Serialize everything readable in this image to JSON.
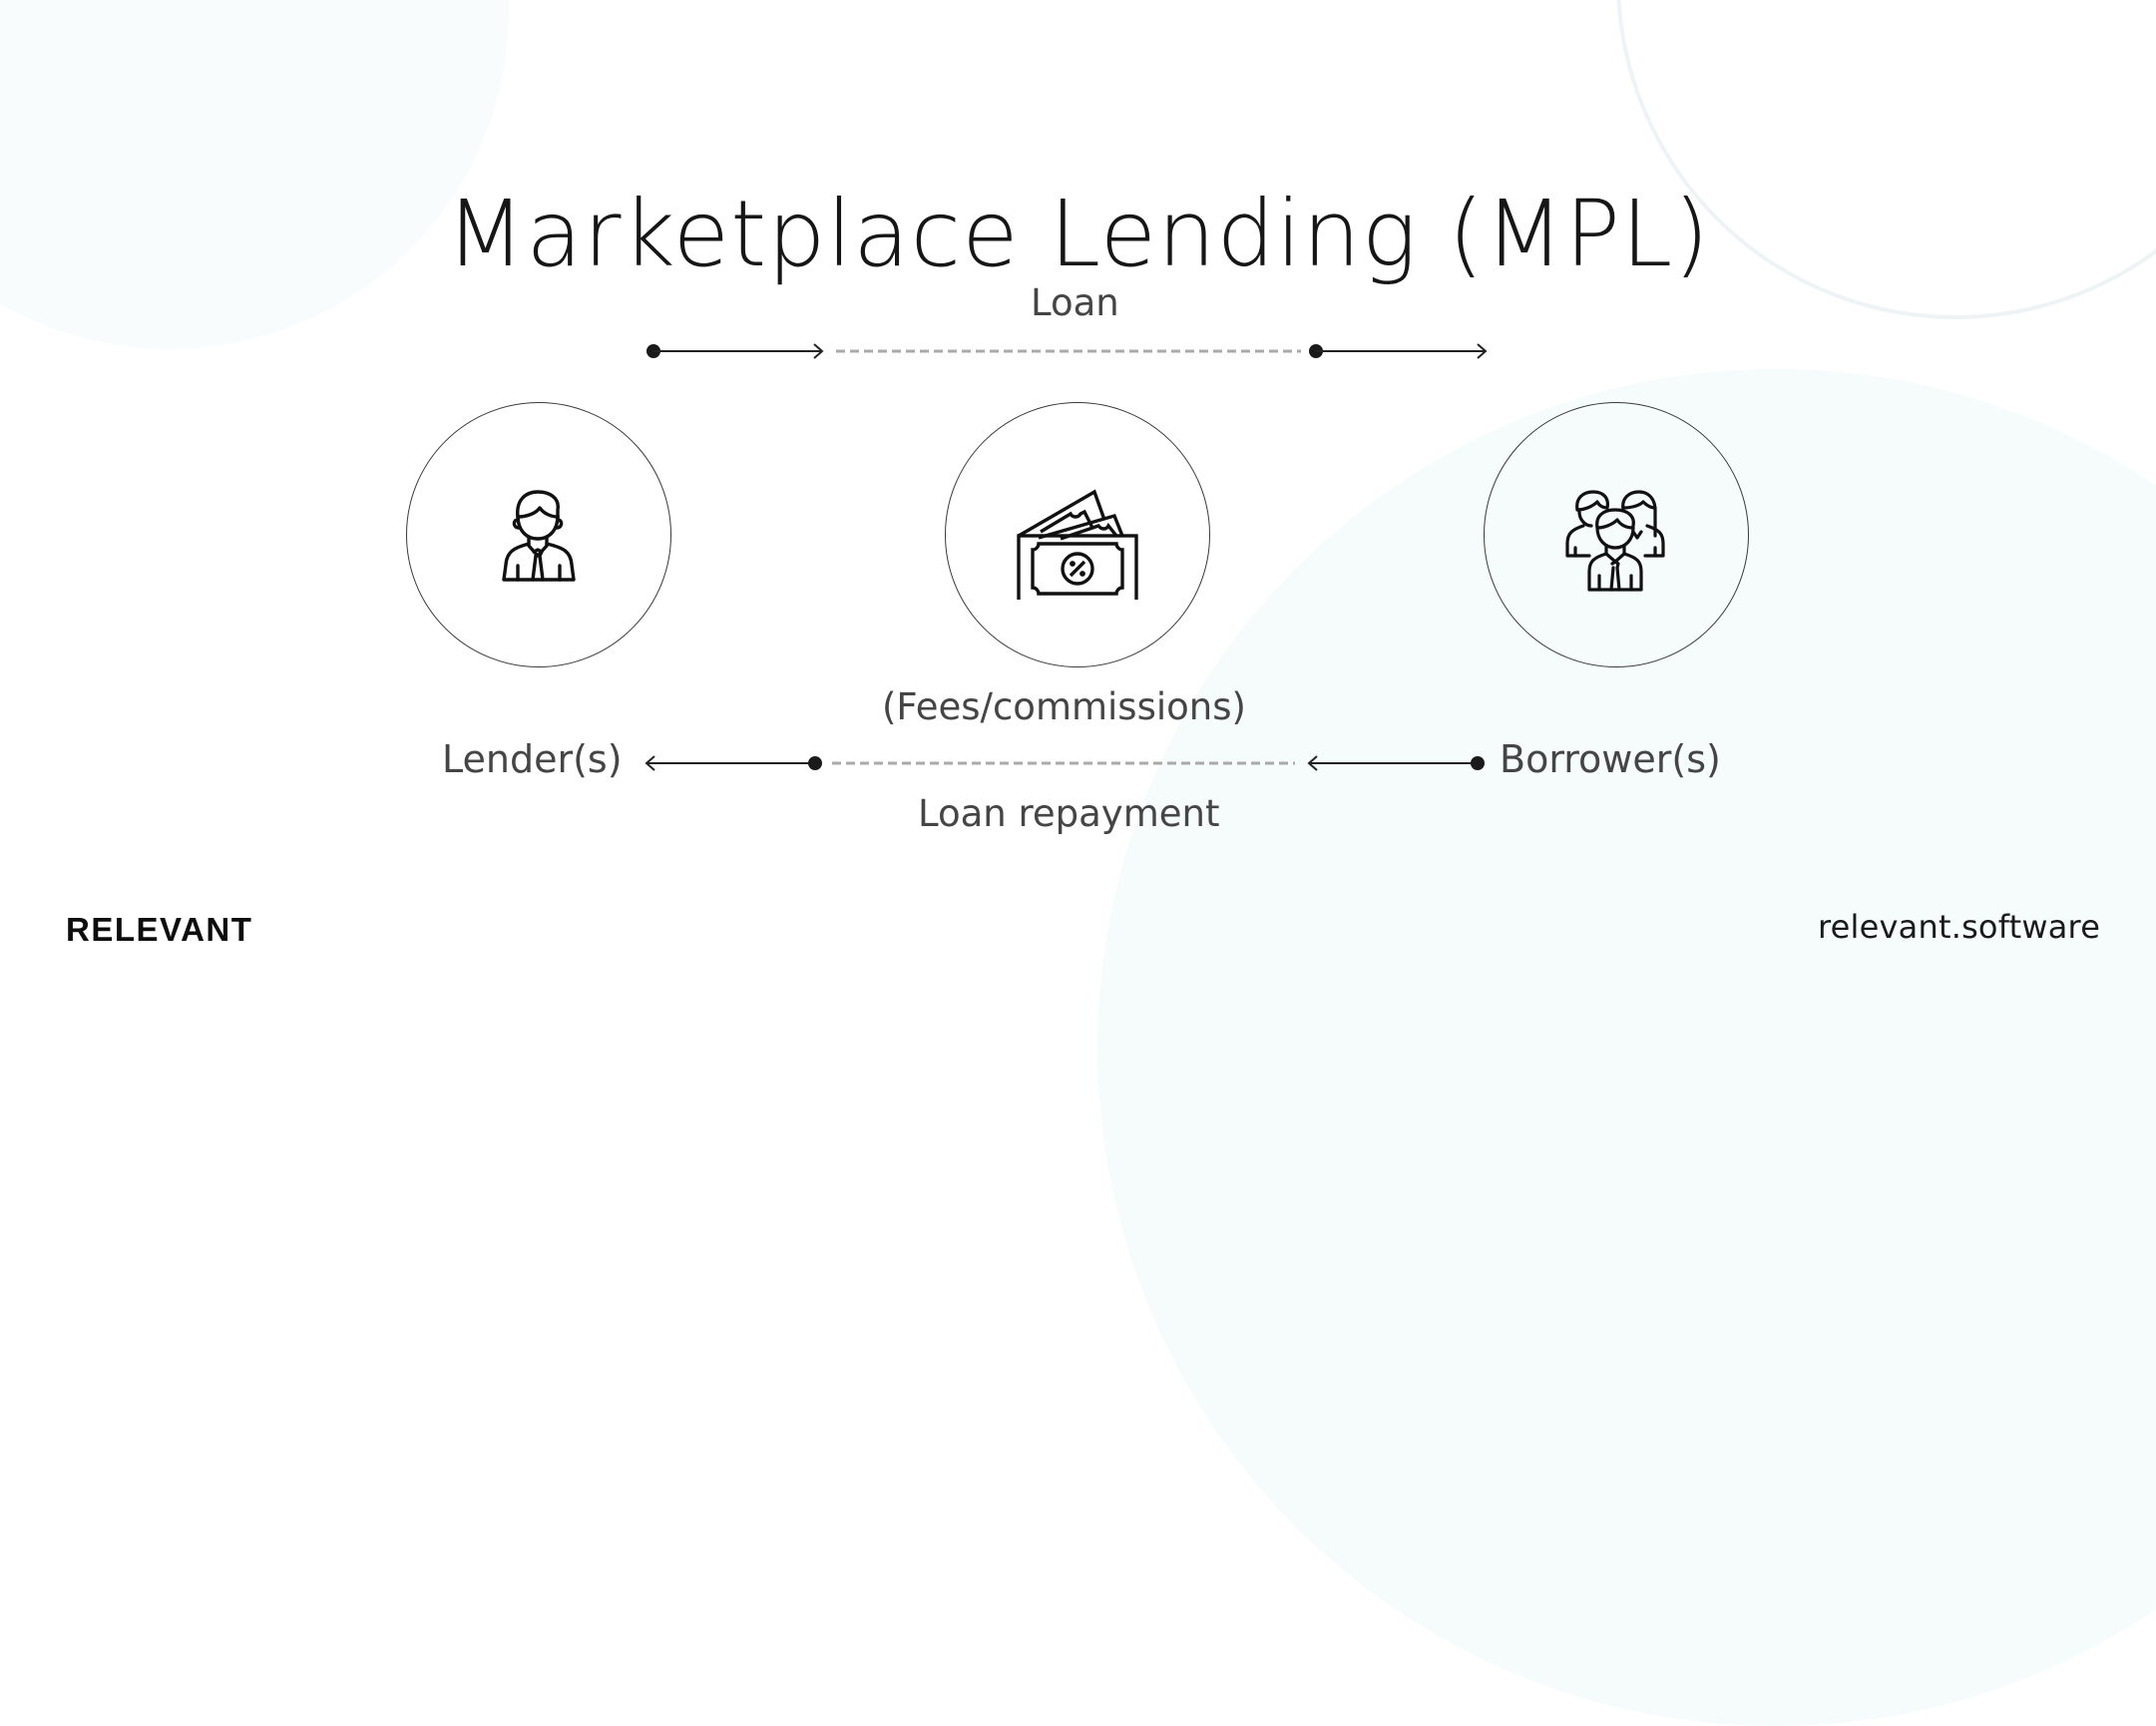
{
  "title": "Marketplace Lending (MPL)",
  "diagram": {
    "top_flow": {
      "label": "Loan",
      "direction": "left-to-right"
    },
    "bottom_flow": {
      "label_above": "(Fees/commissions)",
      "label_below": "Loan repayment",
      "direction": "right-to-left"
    },
    "nodes": [
      {
        "id": "lender",
        "label": "Lender(s)",
        "icon": "businessman-icon"
      },
      {
        "id": "platform",
        "label": "",
        "icon": "money-percent-icon"
      },
      {
        "id": "borrower",
        "label": "Borrower(s)",
        "icon": "group-people-icon"
      }
    ]
  },
  "footer": {
    "brand": "RELEVANT",
    "website": "relevant.software"
  },
  "colors": {
    "text_primary": "#161616",
    "text_label": "#454545",
    "line_solid": "#222222",
    "line_dashed": "#aaaaaa",
    "node_border": "#3a3a3a",
    "bg_shape": "#f7fbfc"
  }
}
